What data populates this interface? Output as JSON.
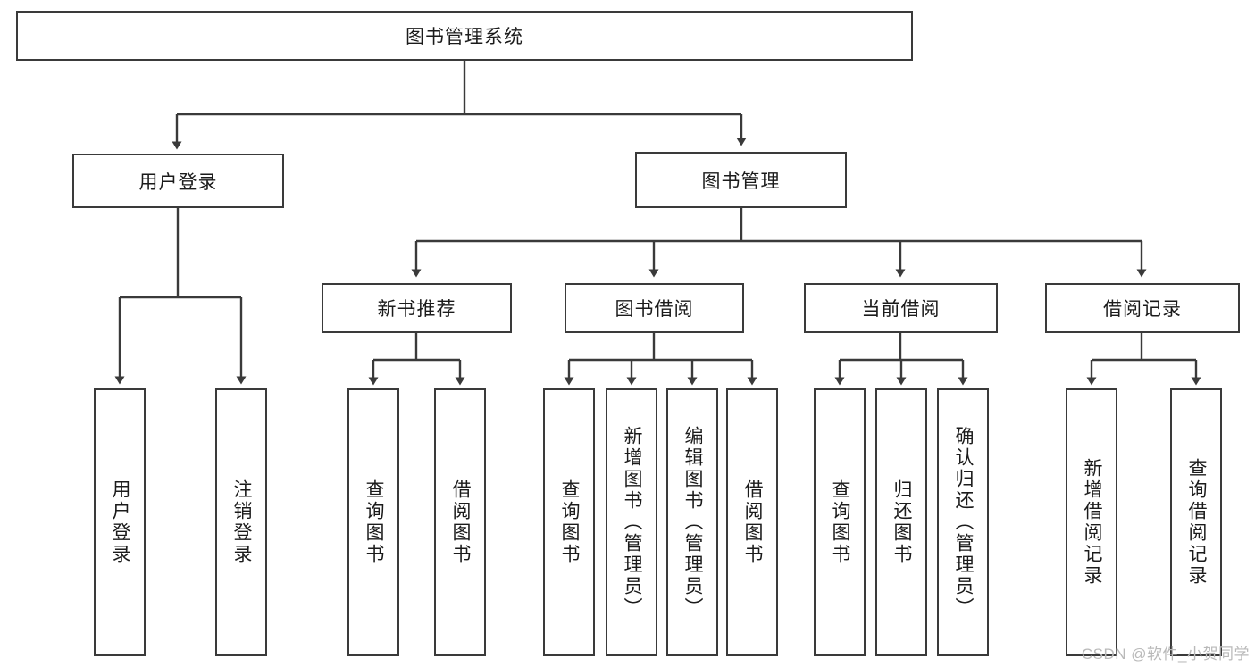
{
  "diagram": {
    "title": "图书管理系统",
    "watermark": "CSDN @软件_小贺同学",
    "colors": {
      "border": "#3a3a3a",
      "text": "#1b1b1b",
      "background": "#ffffff",
      "watermark": "#b9b9b9"
    },
    "nodes": {
      "root": {
        "label": "图书管理系统"
      },
      "level1": [
        {
          "id": "user-login",
          "label": "用户登录"
        },
        {
          "id": "book-manage",
          "label": "图书管理"
        }
      ],
      "level2": [
        {
          "id": "new-book-recommend",
          "label": "新书推荐"
        },
        {
          "id": "book-borrow",
          "label": "图书借阅"
        },
        {
          "id": "current-borrow",
          "label": "当前借阅"
        },
        {
          "id": "borrow-record",
          "label": "借阅记录"
        }
      ],
      "leaves": {
        "user_login": [
          {
            "id": "leaf-user-login",
            "label": "用户登录"
          },
          {
            "id": "leaf-logout-login",
            "label": "注销登录"
          }
        ],
        "new_book_recommend": [
          {
            "id": "leaf-query-book-1",
            "label": "查询图书"
          },
          {
            "id": "leaf-borrow-book-1",
            "label": "借阅图书"
          }
        ],
        "book_borrow": [
          {
            "id": "leaf-query-book-2",
            "label": "查询图书"
          },
          {
            "id": "leaf-add-book",
            "label": "新增图书（管理员）"
          },
          {
            "id": "leaf-edit-book",
            "label": "编辑图书（管理员）"
          },
          {
            "id": "leaf-borrow-book-2",
            "label": "借阅图书"
          }
        ],
        "current_borrow": [
          {
            "id": "leaf-query-book-3",
            "label": "查询图书"
          },
          {
            "id": "leaf-return-book",
            "label": "归还图书"
          },
          {
            "id": "leaf-confirm-return",
            "label": "确认归还（管理员）"
          }
        ],
        "borrow_record": [
          {
            "id": "leaf-add-record",
            "label": "新增借阅记录"
          },
          {
            "id": "leaf-query-record",
            "label": "查询借阅记录"
          }
        ]
      }
    }
  }
}
